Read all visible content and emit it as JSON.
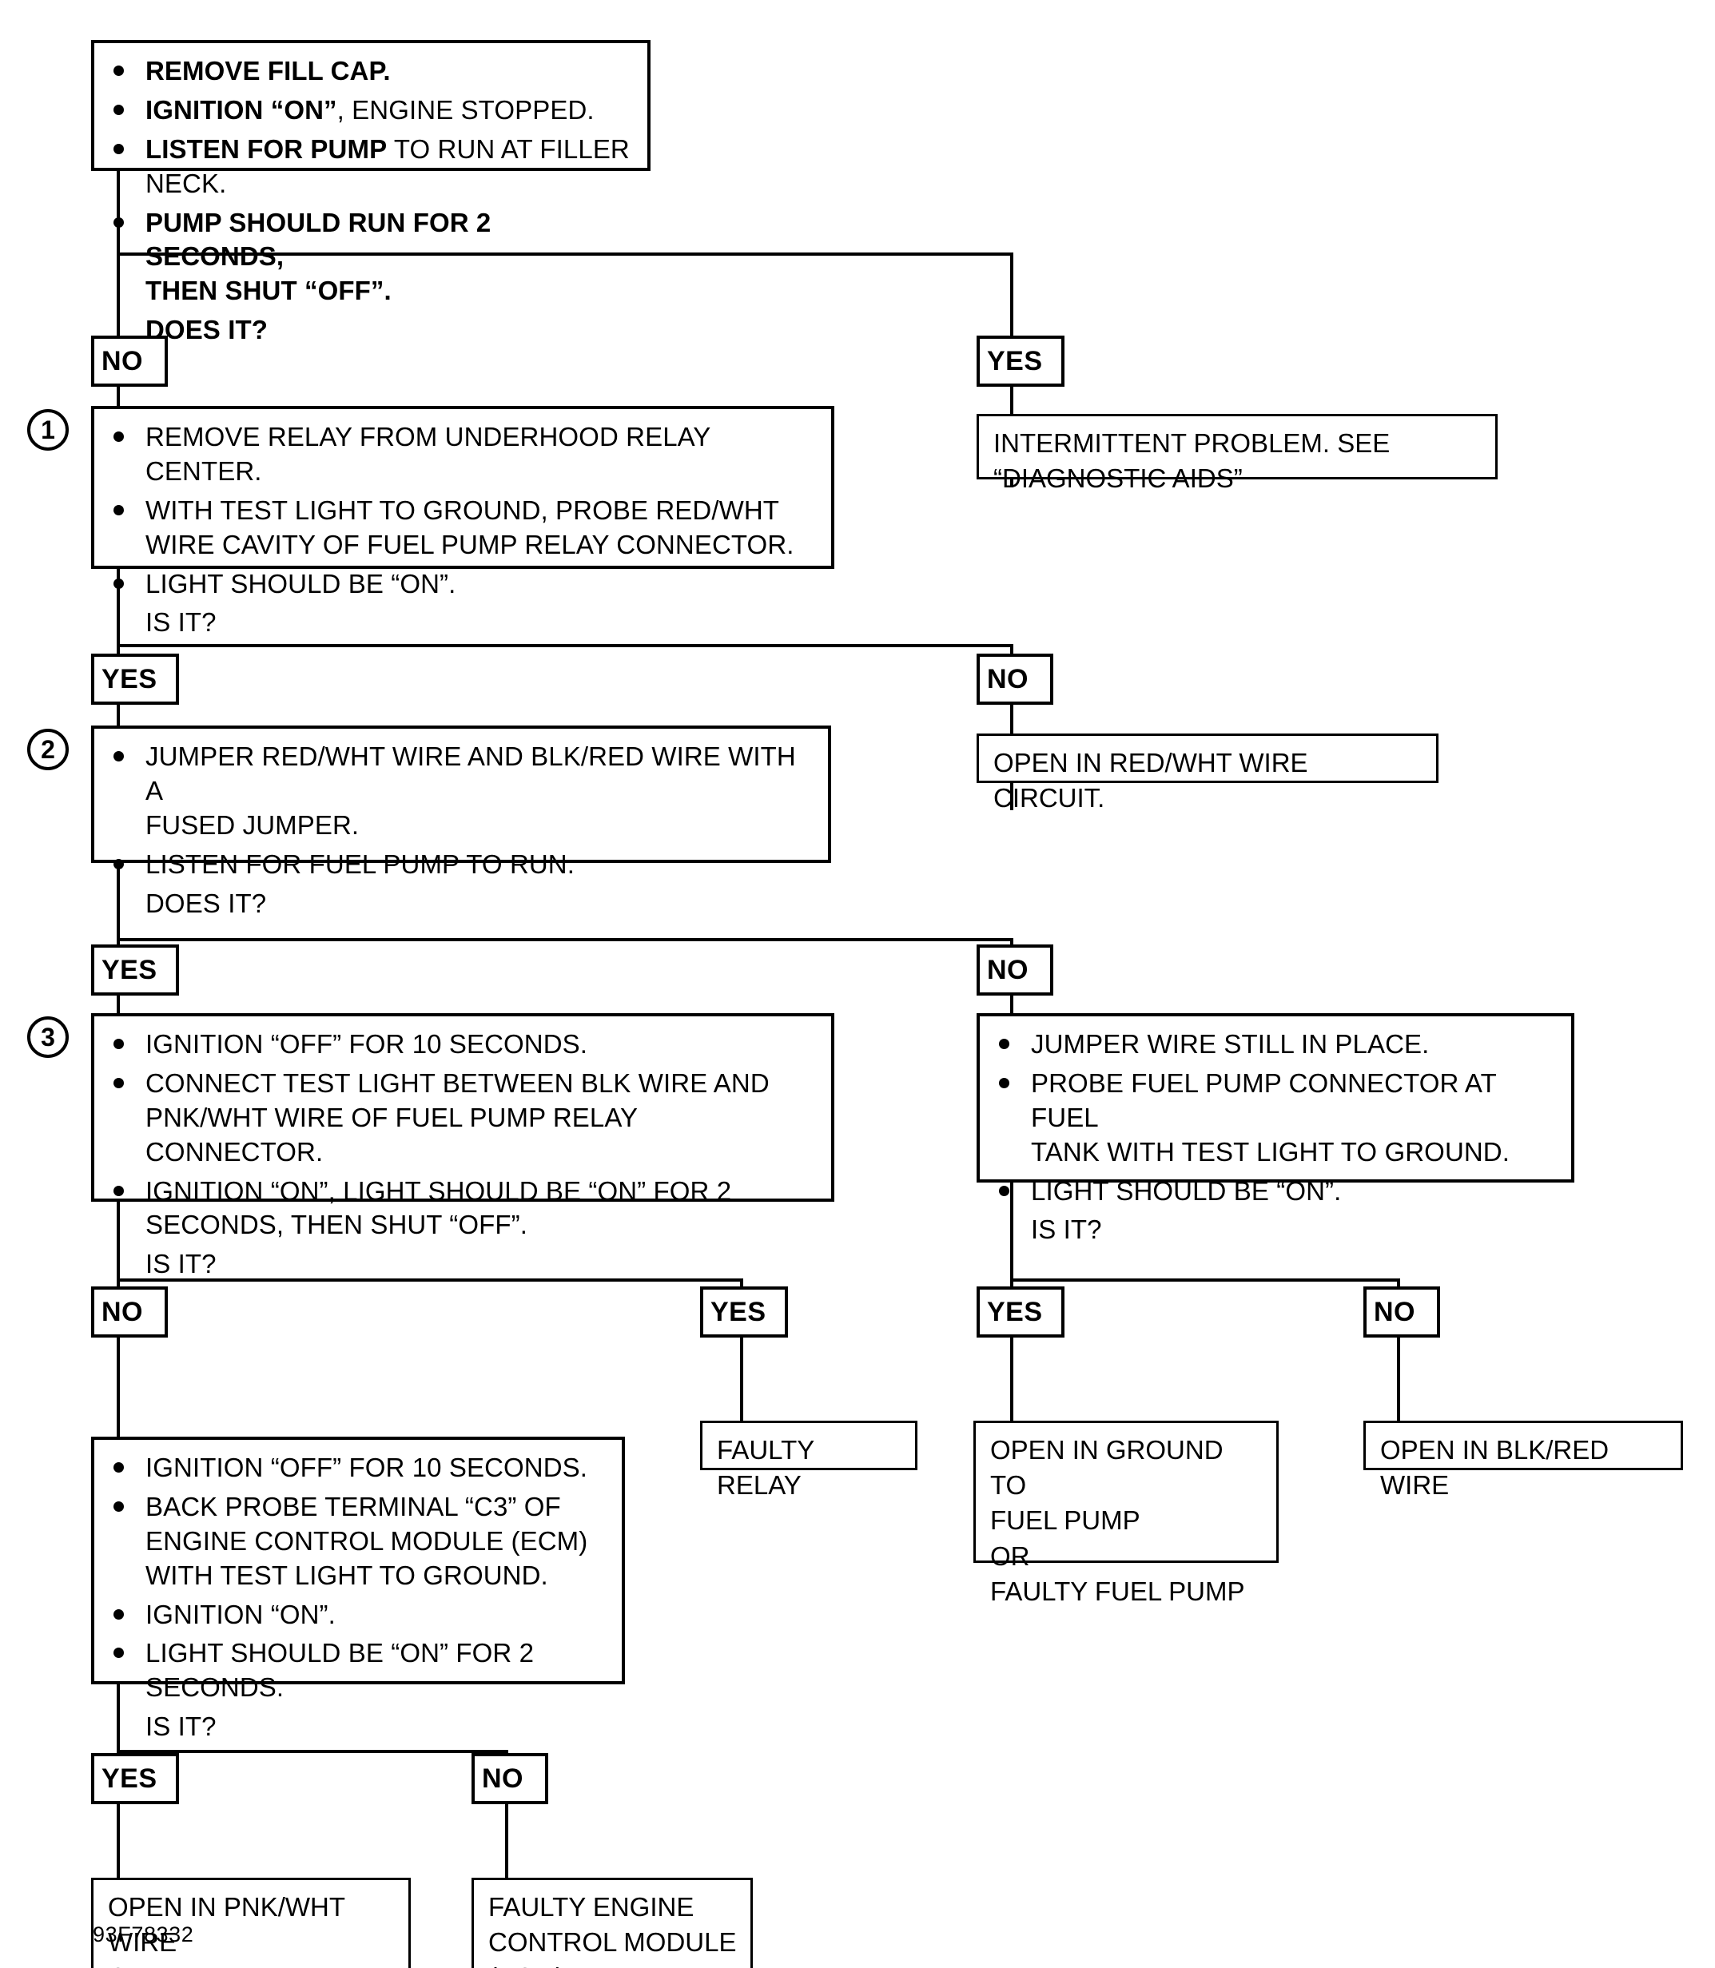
{
  "figure": {
    "id": "93F78332"
  },
  "labels": {
    "yes": "YES",
    "no": "NO"
  },
  "steps": {
    "one": "1",
    "two": "2",
    "three": "3"
  },
  "boxes": {
    "start": {
      "name": "initial-check",
      "items": [
        {
          "bold": "REMOVE FILL CAP.",
          "rest": ""
        },
        {
          "bold": "IGNITION “ON”",
          "rest": ", ENGINE STOPPED."
        },
        {
          "bold": "LISTEN FOR PUMP",
          "rest": " TO RUN AT FILLER NECK."
        },
        {
          "bold": "PUMP SHOULD RUN",
          "rest": " FOR 2 SECONDS,\nTHEN SHUT “OFF”."
        }
      ],
      "question": "DOES IT?"
    },
    "intermittent": {
      "text": "INTERMITTENT PROBLEM.  SEE\n“DIAGNOSTIC AIDS”"
    },
    "step1": {
      "items": [
        "REMOVE RELAY FROM UNDERHOOD RELAY CENTER.",
        "WITH TEST LIGHT TO GROUND, PROBE RED/WHT\nWIRE CAVITY OF FUEL PUMP RELAY CONNECTOR.",
        "LIGHT SHOULD BE “ON”."
      ],
      "question": "IS IT?"
    },
    "open_red_wht": {
      "text": "OPEN IN RED/WHT WIRE CIRCUIT."
    },
    "step2": {
      "items": [
        "JUMPER RED/WHT WIRE AND BLK/RED WIRE WITH A\nFUSED JUMPER.",
        "LISTEN FOR FUEL PUMP TO RUN."
      ],
      "question": "DOES IT?"
    },
    "step3": {
      "items": [
        "IGNITION “OFF” FOR 10 SECONDS.",
        "CONNECT TEST LIGHT BETWEEN BLK WIRE AND\nPNK/WHT WIRE OF FUEL PUMP RELAY CONNECTOR.",
        "IGNITION “ON”, LIGHT SHOULD BE “ON” FOR 2\nSECONDS, THEN SHUT “OFF”."
      ],
      "question": "IS IT?"
    },
    "jumper_in_place": {
      "items": [
        "JUMPER WIRE STILL IN PLACE.",
        "PROBE FUEL PUMP CONNECTOR AT FUEL\nTANK WITH TEST LIGHT TO GROUND.",
        "LIGHT SHOULD BE “ON”."
      ],
      "question": "IS IT?"
    },
    "ecm_probe": {
      "items": [
        "IGNITION “OFF” FOR 10 SECONDS.",
        "BACK PROBE TERMINAL “C3” OF\nENGINE CONTROL MODULE (ECM)\nWITH TEST LIGHT TO GROUND.",
        "IGNITION “ON”.",
        "LIGHT SHOULD BE “ON” FOR 2\nSECONDS."
      ],
      "question": "IS IT?"
    },
    "faulty_relay": {
      "text": "FAULTY RELAY"
    },
    "open_ground_fuel_pump": {
      "text": "OPEN IN GROUND TO\nFUEL PUMP\nOR\nFAULTY FUEL PUMP"
    },
    "open_blk_red": {
      "text": "OPEN IN BLK/RED WIRE"
    },
    "open_pnk_wht": {
      "text": "OPEN IN PNK/WHT WIRE\nOR\nOPEN IN BLK WIRE"
    },
    "faulty_ecm": {
      "text": "FAULTY ENGINE\nCONTROL MODULE\n(ECM)"
    }
  }
}
